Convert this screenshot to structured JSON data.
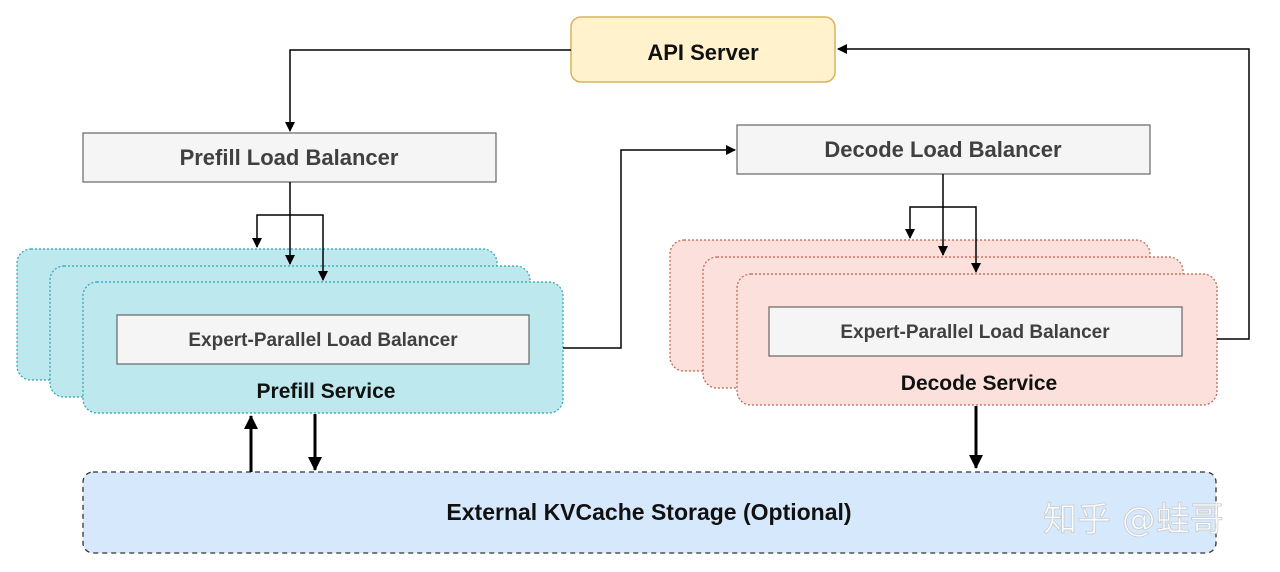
{
  "api_server": {
    "label": "API Server"
  },
  "prefill_lb": {
    "label": "Prefill Load Balancer"
  },
  "decode_lb": {
    "label": "Decode Load Balancer"
  },
  "prefill_service": {
    "label": "Prefill Service",
    "inner_lb_label": "Expert-Parallel Load Balancer"
  },
  "decode_service": {
    "label": "Decode Service",
    "inner_lb_label": "Expert-Parallel Load Balancer"
  },
  "kvcache": {
    "label": "External KVCache Storage (Optional)"
  },
  "watermark": {
    "text": "知乎 @蛙哥"
  },
  "colors": {
    "api_fill": "#fff2cc",
    "api_stroke": "#d6b656",
    "lb_fill": "#f5f5f5",
    "lb_stroke": "#666666",
    "prefill_fill": "#bde8ed",
    "prefill_stroke": "#2aa3b5",
    "decode_fill": "#fbe0dc",
    "decode_stroke": "#c0604d",
    "kv_fill": "#d6e8fb",
    "kv_stroke": "#333333",
    "text": "#111111",
    "lb_text": "#404040"
  }
}
